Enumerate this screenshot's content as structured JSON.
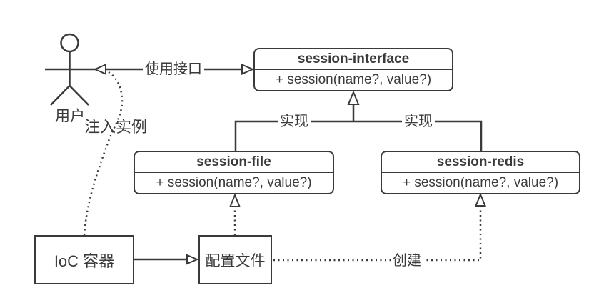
{
  "diagram": {
    "background_color": "#ffffff",
    "line_color": "#3a3a3a",
    "text_color": "#3a3a3a",
    "actor": {
      "label": "用户"
    },
    "classes": {
      "interface": {
        "title": "session-interface",
        "method": "+ session(name?, value?)"
      },
      "file": {
        "title": "session-file",
        "method": "+ session(name?, value?)"
      },
      "redis": {
        "title": "session-redis",
        "method": "+ session(name?, value?)"
      }
    },
    "nodes": {
      "ioc": {
        "label": "IoC 容器"
      },
      "config": {
        "label": "配置文件"
      }
    },
    "edges": {
      "use_interface_label": "使用接口",
      "implement_left_label": "实现",
      "implement_right_label": "实现",
      "inject_instance_label": "注入实例",
      "create_label": "创建"
    }
  }
}
